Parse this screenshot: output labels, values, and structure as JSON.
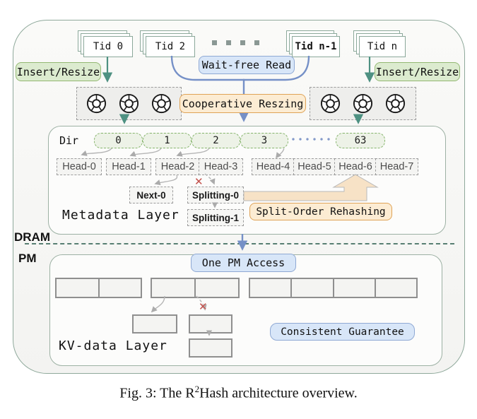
{
  "caption": {
    "pre": "Fig. 3: The R",
    "sup": "2",
    "post": "Hash architecture overview."
  },
  "threads": {
    "t0": "Tid 0",
    "t2": "Tid 2",
    "tn1": "Tid n-1",
    "tn": "Tid n"
  },
  "badges": {
    "insert_resize_left": "Insert/Resize",
    "wait_free_read": "Wait-free Read",
    "insert_resize_right": "Insert/Resize",
    "cooperative_resizing": "Cooperative Reszing",
    "split_order_rehashing": "Split-Order Rehashing",
    "one_pm_access": "One PM Access",
    "consistent_guarantee": "Consistent Guarantee"
  },
  "memory_regions": {
    "dram": "DRAM",
    "pm": "PM"
  },
  "metadata_layer": {
    "title": "Metadata Layer",
    "dir_label": "Dir",
    "dir_cells": [
      "0",
      "1",
      "2",
      "3"
    ],
    "dir_last_cell": "63",
    "heads": [
      "Head-0",
      "Head-1",
      "Head-2",
      "Head-3",
      "Head-4",
      "Head-5",
      "Head-6",
      "Head-7"
    ],
    "next_node": "Next-0",
    "splitting_nodes": [
      "Splitting-0",
      "Splitting-1"
    ]
  },
  "kv_layer": {
    "title": "KV-data Layer"
  },
  "icons": {
    "cross": "✕"
  },
  "colors": {
    "accent_green_border": "#93b873",
    "accent_green_bg": "#dcebcf",
    "accent_blue_border": "#8fa9d4",
    "accent_blue_bg": "#d8e6f8",
    "accent_orange_border": "#dfa356",
    "accent_orange_bg": "#fcecd3",
    "arrow_teal": "#4e9182",
    "arrow_blue": "#7590c7",
    "invalid_red": "#c2504b",
    "frame_green": "#8fa99b",
    "rehash_arrow_fill": "#f7e2c6"
  }
}
